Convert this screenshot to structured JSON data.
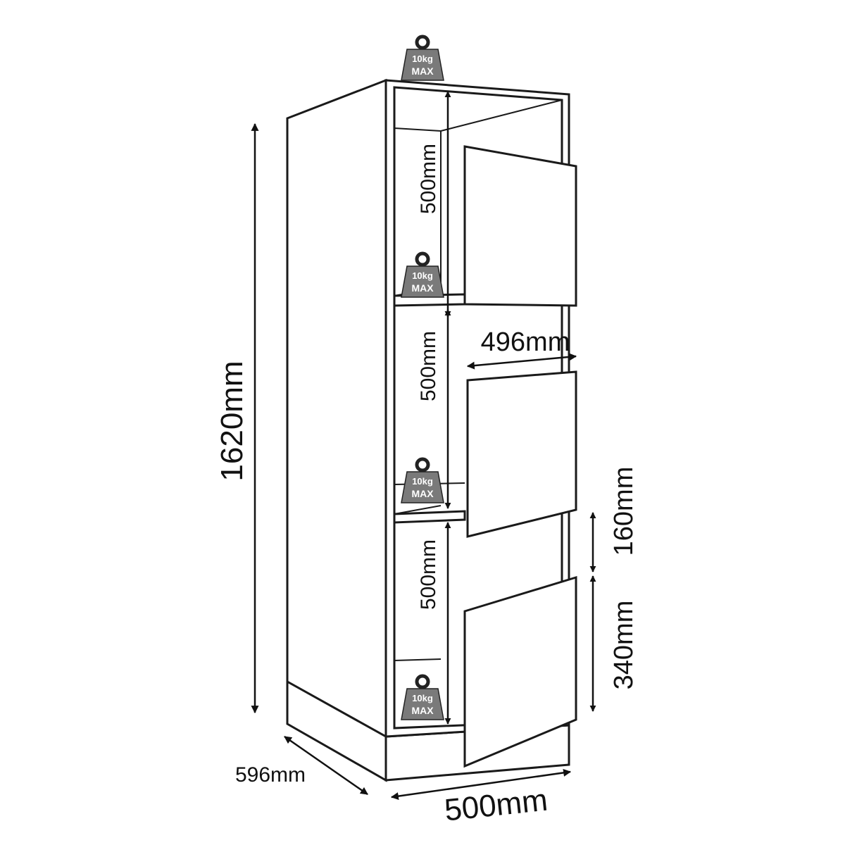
{
  "dimensions": {
    "height": "1620mm",
    "depth": "596mm",
    "width": "500mm",
    "door_width": "496mm",
    "compartment_1": "500mm",
    "compartment_2": "500mm",
    "compartment_3": "500mm",
    "gap_height": "160mm",
    "lower_door_height": "340mm"
  },
  "weight_badges": [
    {
      "line1": "10kg",
      "line2": "MAX"
    },
    {
      "line1": "10kg",
      "line2": "MAX"
    },
    {
      "line1": "10kg",
      "line2": "MAX"
    },
    {
      "line1": "10kg",
      "line2": "MAX"
    }
  ],
  "colors": {
    "line": "#1a1a1a",
    "weight_badge": "#7a7a7a"
  }
}
